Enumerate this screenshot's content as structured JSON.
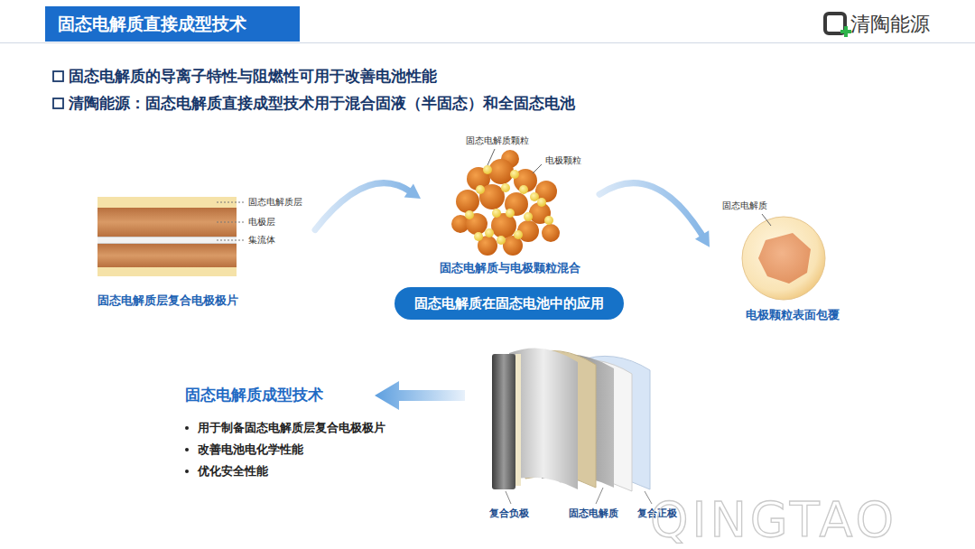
{
  "diagram": {
    "title": "固态电解质直接成型技术",
    "nodes": [
      {
        "text": [
          "固态电解质层复合电极极片"
        ]
      },
      {
        "text": [
          "固态电解质与电极颗粒混合"
        ]
      },
      {
        "text": [
          "电极颗粒表面包覆"
        ]
      },
      {
        "text": [
          "固态电解质在固态电池中的应用"
        ]
      },
      {
        "text": [
          "固态电解质成型技术",
          "用于制备固态电解质层复合电极极片",
          "改善电池电化学性能",
          "优化安全性能"
        ]
      }
    ],
    "edges": [
      {
        "from": 0,
        "to": 1,
        "arrow": "to"
      },
      {
        "from": 1,
        "to": 2,
        "arrow": "to"
      }
    ],
    "labels": [
      "清陶能源",
      "固态电解质的导离子特性与阻燃性可用于改善电池性能",
      "清陶能源：固态电解质直接成型技术用于混合固液（半固态）和全固态电池",
      "固态电解质层",
      "电极层",
      "集流体",
      "固态电解质颗粒",
      "电极颗粒",
      "固态电解质",
      "复合负极",
      "固态电解质",
      "复合正极",
      "QINGTAO"
    ]
  }
}
